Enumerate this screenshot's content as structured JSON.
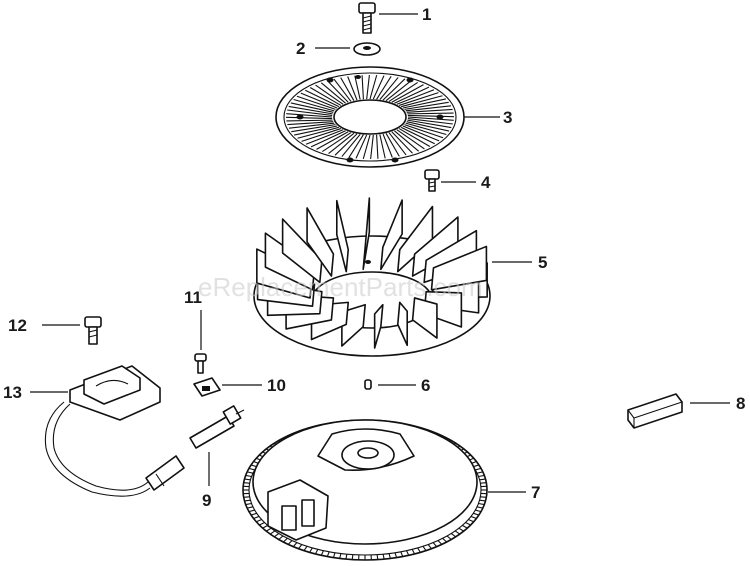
{
  "diagram": {
    "watermark": "eReplacementParts.com",
    "callouts": [
      {
        "id": "1",
        "label": "1"
      },
      {
        "id": "2",
        "label": "2"
      },
      {
        "id": "3",
        "label": "3"
      },
      {
        "id": "4",
        "label": "4"
      },
      {
        "id": "5",
        "label": "5"
      },
      {
        "id": "6",
        "label": "6"
      },
      {
        "id": "7",
        "label": "7"
      },
      {
        "id": "8",
        "label": "8"
      },
      {
        "id": "9",
        "label": "9"
      },
      {
        "id": "10",
        "label": "10"
      },
      {
        "id": "11",
        "label": "11"
      },
      {
        "id": "12",
        "label": "12"
      },
      {
        "id": "13",
        "label": "13"
      }
    ]
  }
}
